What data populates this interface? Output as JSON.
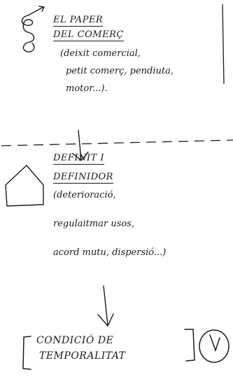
{
  "diagram": {
    "block1": {
      "icon": "spiral-arrow-icon",
      "title_line1": "EL PAPER",
      "title_line2": "DEL COMERÇ",
      "notes": [
        "(deixit comercial,",
        "petit comerç, pendiuta,",
        "motor...)."
      ]
    },
    "block2": {
      "icon": "house-icon",
      "title_line1": "DEFINIT I",
      "title_line2": "DEFINIDOR",
      "notes": [
        "(deterioració,",
        "regulaitmar usos,",
        "acord mutu, dispersió...)"
      ]
    },
    "block3": {
      "icon": "clock-icon",
      "label_line1": "CONDICIÓ DE",
      "label_line2": "TEMPORALITAT"
    },
    "colors": {
      "ink": "#1c1c1c",
      "paper": "#ffffff"
    }
  }
}
